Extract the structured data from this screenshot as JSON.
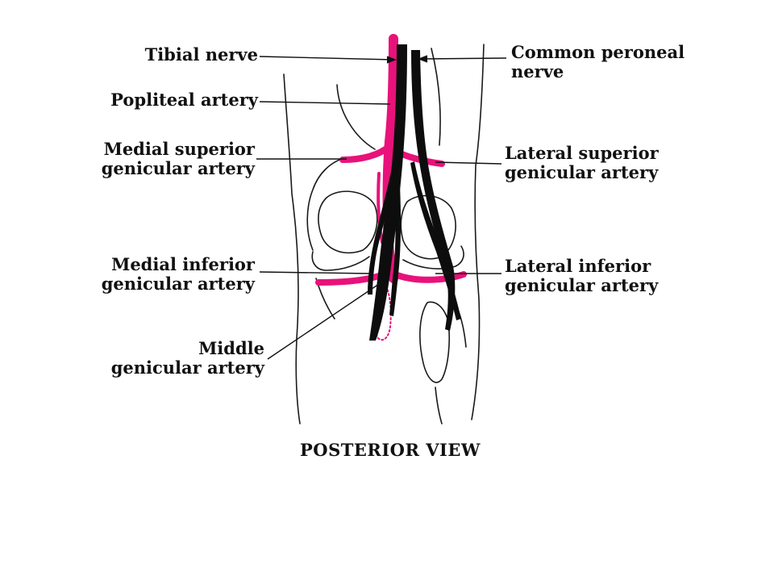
{
  "colors": {
    "artery": "#e8127a",
    "nerve": "#0d0d0d",
    "outline": "#1a1a1a",
    "text": "#111111",
    "background": "#ffffff"
  },
  "labels": {
    "tibial_nerve": "Tibial nerve",
    "common_peroneal_line1": "Common peroneal",
    "common_peroneal_line2": "nerve",
    "popliteal_artery": "Popliteal artery",
    "medial_superior_line1": "Medial superior",
    "medial_superior_line2": "genicular artery",
    "lateral_superior_line1": "Lateral superior",
    "lateral_superior_line2": "genicular artery",
    "medial_inferior_line1": "Medial inferior",
    "medial_inferior_line2": "genicular artery",
    "lateral_inferior_line1": "Lateral inferior",
    "lateral_inferior_line2": "genicular artery",
    "middle_line1": "Middle",
    "middle_line2": "genicular artery"
  },
  "caption": "POSTERIOR VIEW"
}
